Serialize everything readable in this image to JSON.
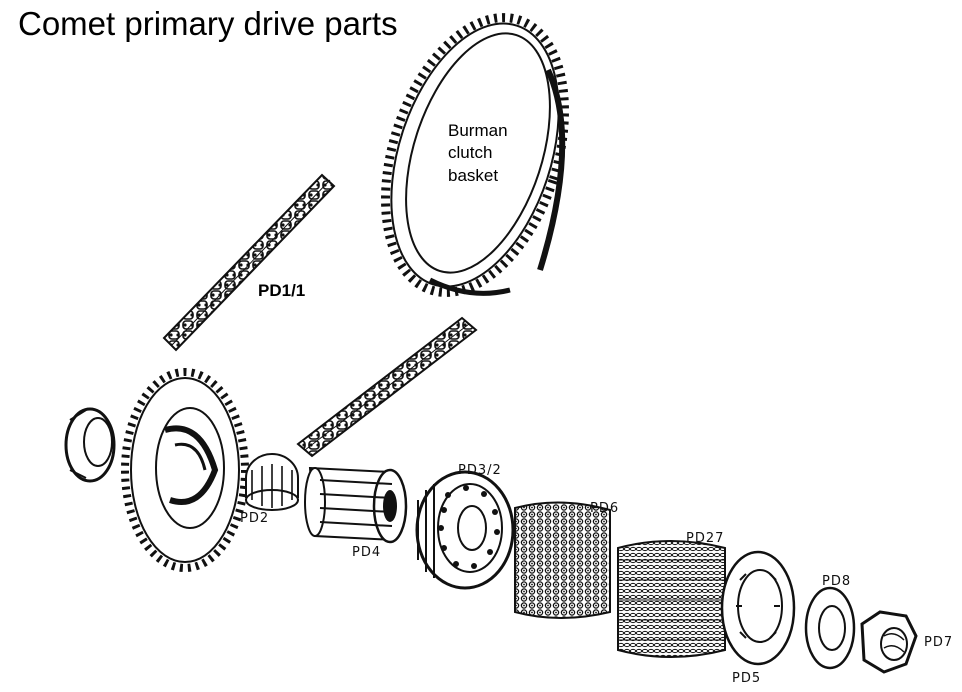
{
  "title": "Comet primary drive parts",
  "labels": {
    "clutch_basket": [
      "Burman",
      "clutch",
      "basket"
    ],
    "chain": "PD1/1",
    "pd2": "PD2",
    "pd4": "PD4",
    "pd3_2": "PD3/2",
    "pd6": "PD6",
    "pd27": "PD27",
    "pd8": "PD8",
    "pd5": "PD5",
    "pd7": "PD7"
  },
  "colors": {
    "ink": "#111111",
    "paper": "#ffffff"
  }
}
